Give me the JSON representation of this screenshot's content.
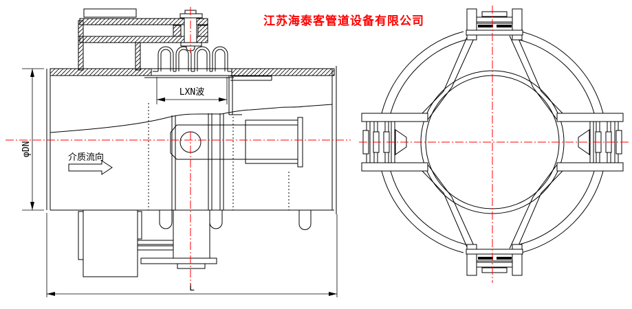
{
  "title": {
    "company": "江苏海泰客管道设备有限公司"
  },
  "side_view": {
    "flow_label": "介质流向",
    "dim_diameter": "φDN",
    "dim_bellows_length": "LXN波",
    "dim_total_length": "L"
  },
  "colors": {
    "background": "#ffffff",
    "line": "#000000",
    "centerline": "#ff0000",
    "title_red": "#ff0000"
  }
}
